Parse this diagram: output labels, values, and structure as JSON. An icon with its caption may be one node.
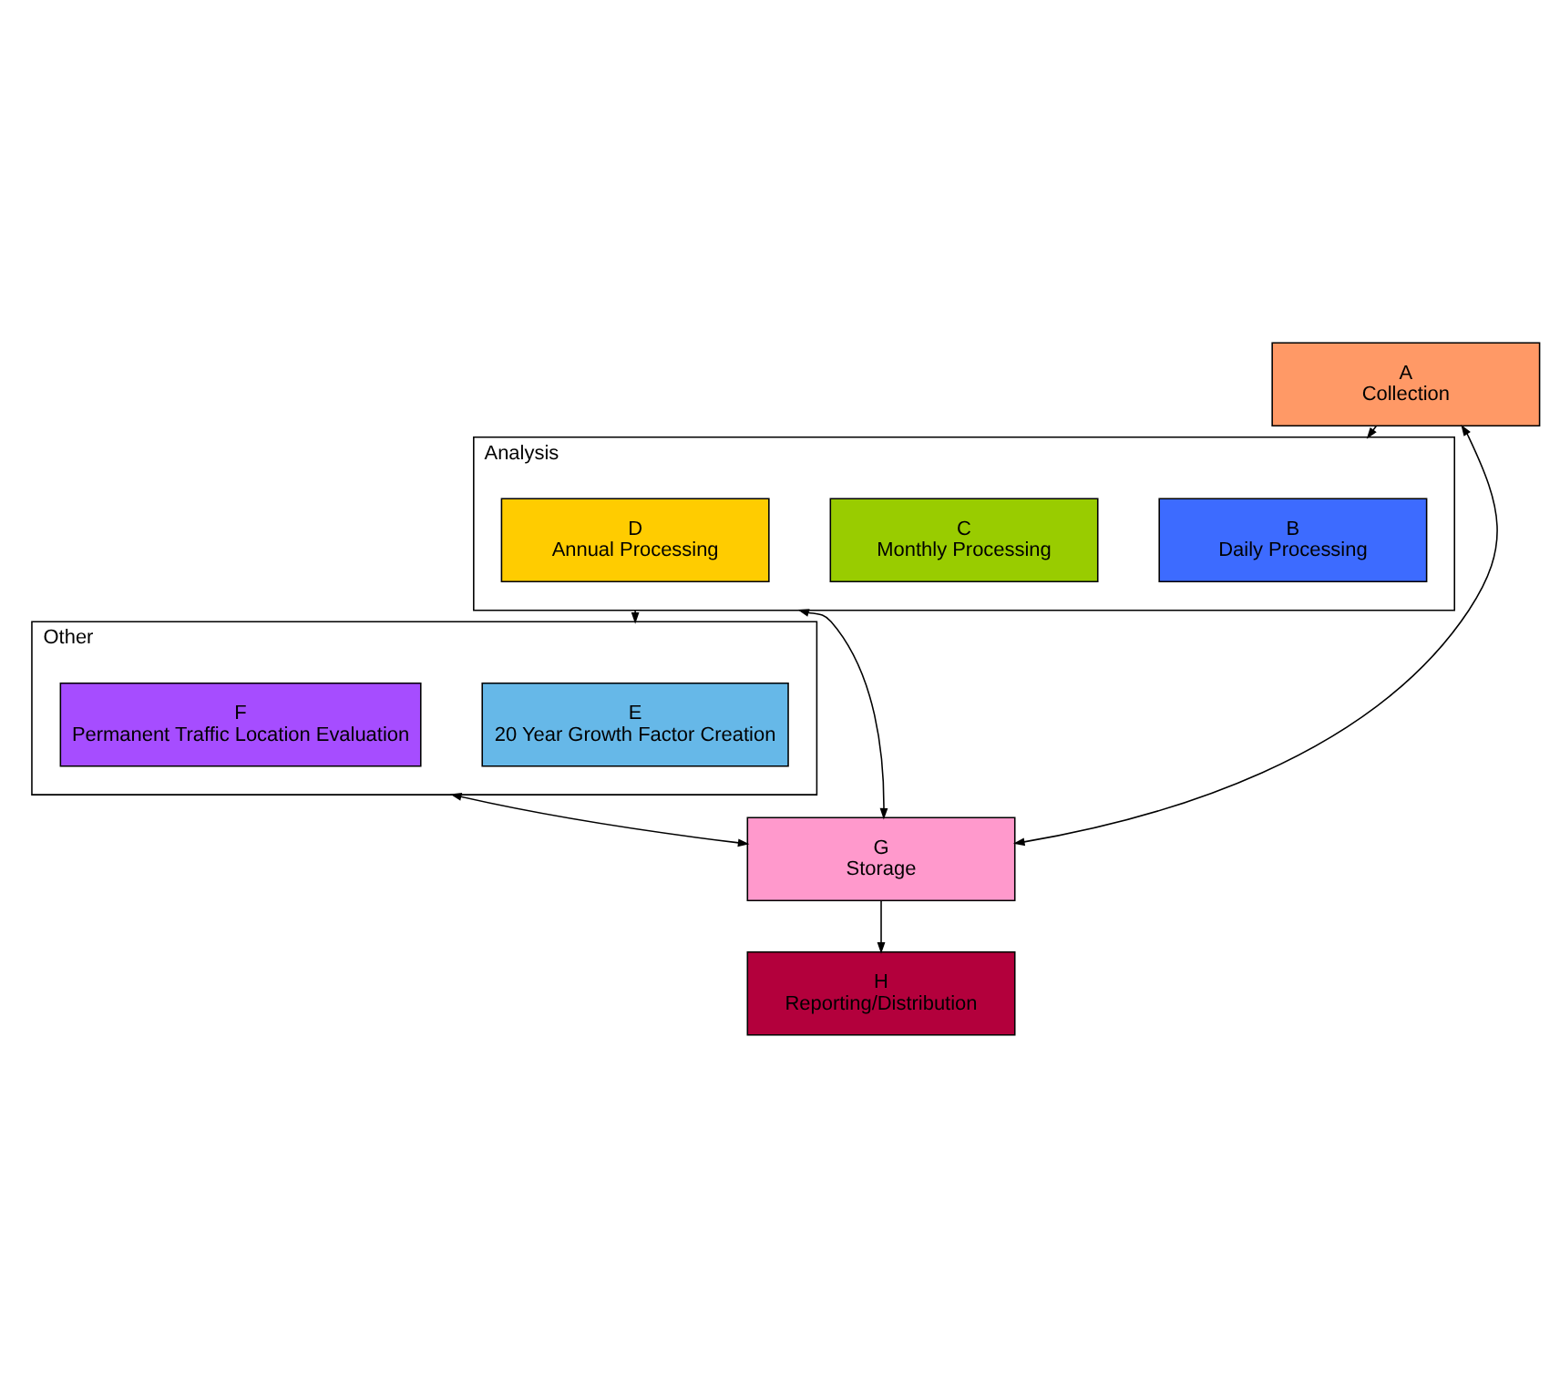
{
  "diagram": {
    "nodes": [
      {
        "text": [
          "A",
          "Collection"
        ]
      },
      {
        "text": [
          "Analysis"
        ]
      },
      {
        "text": [
          "B",
          "Daily Processing"
        ],
        "in": 1
      },
      {
        "text": [
          "C",
          "Monthly Processing"
        ],
        "in": 1
      },
      {
        "text": [
          "D",
          "Annual Processing"
        ],
        "in": 1
      },
      {
        "text": [
          "Other"
        ]
      },
      {
        "text": [
          "E",
          "20 Year Growth Factor Creation"
        ],
        "in": 5
      },
      {
        "text": [
          "F",
          "Permanent Traffic Location Evaluation"
        ],
        "in": 5
      },
      {
        "text": [
          "G",
          "Storage"
        ]
      },
      {
        "text": [
          "H",
          "Reporting/Distribution"
        ]
      }
    ],
    "edges": [
      {
        "from": 0,
        "to": 1,
        "arrow": "to"
      },
      {
        "from": 0,
        "to": 8,
        "arrow": "both"
      },
      {
        "from": 1,
        "to": 8,
        "arrow": "both"
      },
      {
        "from": 1,
        "to": 5,
        "arrow": "to"
      },
      {
        "from": 5,
        "to": 8,
        "arrow": "both"
      },
      {
        "from": 8,
        "to": 9,
        "arrow": "to"
      }
    ]
  }
}
